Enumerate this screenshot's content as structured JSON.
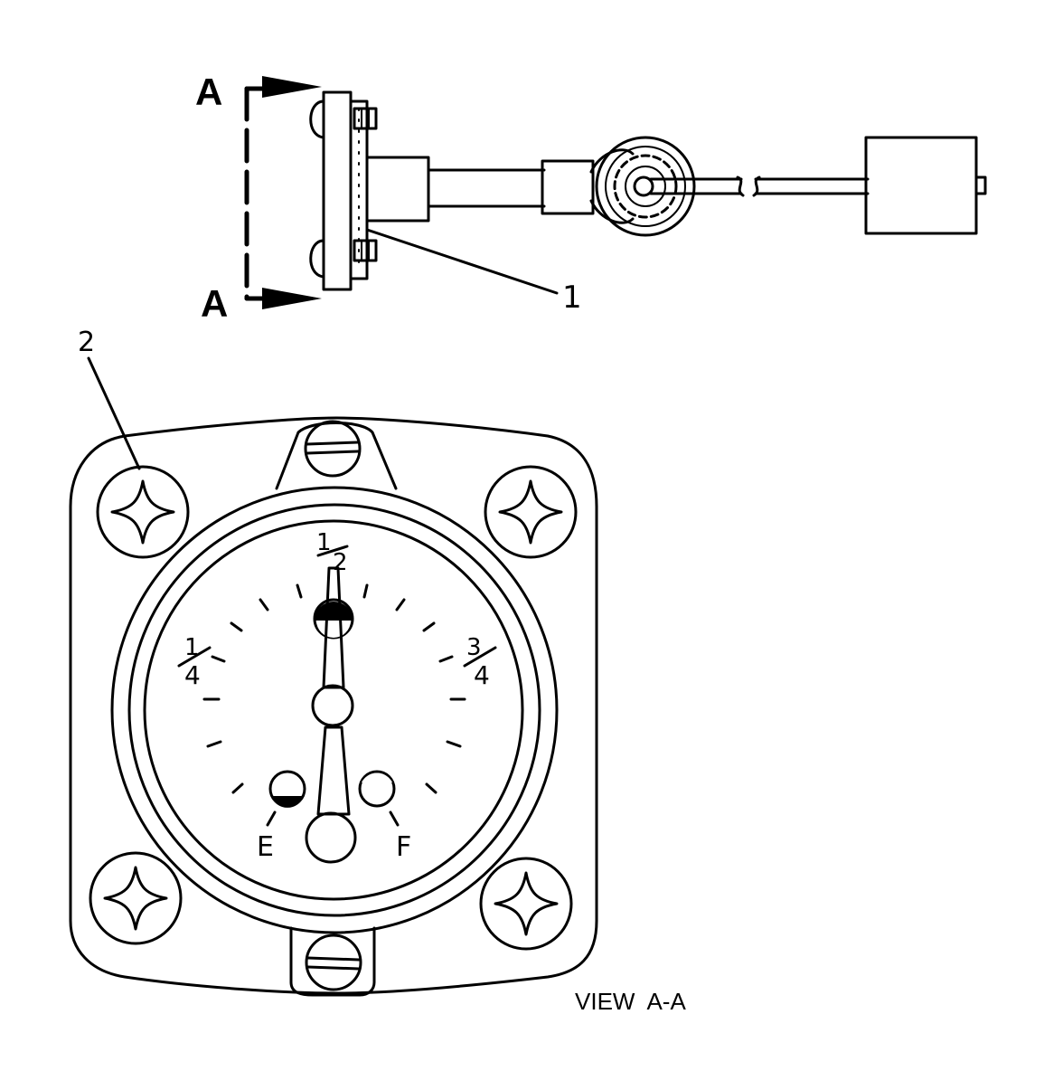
{
  "section_marks": {
    "top": "A",
    "bottom": "A"
  },
  "callouts": {
    "sender_unit": "1",
    "gauge": "2"
  },
  "dial": {
    "half": {
      "num": "1",
      "den": "2"
    },
    "quarter": {
      "num": "1",
      "den": "4"
    },
    "three_quarter": {
      "num": "3",
      "den": "4"
    },
    "empty": "E",
    "full": "F"
  },
  "view_caption": "VIEW  A-A"
}
